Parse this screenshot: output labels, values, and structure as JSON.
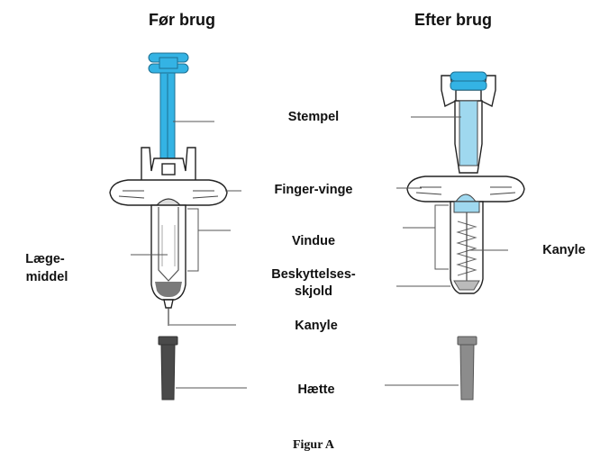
{
  "titles": {
    "before": "Før brug",
    "after": "Efter brug"
  },
  "labels": {
    "stempel": "Stempel",
    "finger_vinge": "Finger-vinge",
    "vindue": "Vindue",
    "beskyttelses_line1": "Beskyttelses-",
    "beskyttelses_line2": "skjold",
    "kanyle_left": "Kanyle",
    "kanyle_right": "Kanyle",
    "haette": "Hætte",
    "laegemiddel_line1": "Læge-",
    "laegemiddel_line2": "middel"
  },
  "caption": "Figur A",
  "colors": {
    "plunger_blue": "#34b3e4",
    "light_blue": "#9fd8ef",
    "cap_gray": "#8c8c8c",
    "medicine_gray": "#7a7a7a"
  }
}
